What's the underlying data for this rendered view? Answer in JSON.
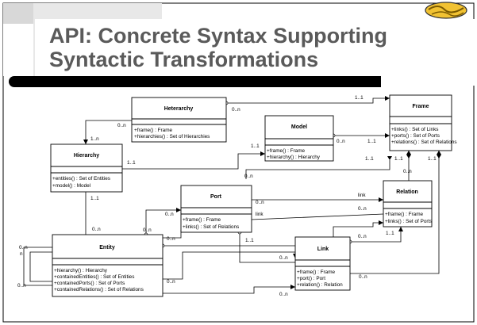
{
  "slide": {
    "title_line1": "API: Concrete Syntax Supporting",
    "title_line2": "Syntactic Transformations",
    "logo_icon": "corner-logo-icon"
  },
  "diagram": {
    "classes": [
      {
        "id": "heterarchy",
        "name": "Heterarchy",
        "ops": [
          "+frame() : Frame",
          "+hierarchies() : Set of Hierarchies"
        ]
      },
      {
        "id": "frame",
        "name": "Frame",
        "ops": [
          "+links() : Set of Links",
          "+ports() : Set of Ports",
          "+relations() : Set of Relations"
        ]
      },
      {
        "id": "model",
        "name": "Model",
        "ops": [
          "+frame() : Frame",
          "+hierarchy() : Hierarchy"
        ]
      },
      {
        "id": "hierarchy",
        "name": "Hierarchy",
        "ops": [
          "+entities() : Set of Entities",
          "+model() : Model"
        ]
      },
      {
        "id": "port",
        "name": "Port",
        "ops": [
          "+frame() : Frame",
          "+links() : Set of Relations"
        ]
      },
      {
        "id": "relation",
        "name": "Relation",
        "ops": [
          "+frame() : Frame",
          "+links() : Set of Ports"
        ]
      },
      {
        "id": "entity",
        "name": "Entity",
        "ops": [
          "+hierarchy() : Hierarchy",
          "+containedEntities() : Set of Entities",
          "+containedPorts() : Set of Ports",
          "+containedRelations() : Set of Relations"
        ]
      },
      {
        "id": "link",
        "name": "Link",
        "ops": [
          "+frame() : Frame",
          "+port() : Port",
          "+relation() : Relation"
        ]
      }
    ],
    "labels": {
      "het_frame_1": "1..1",
      "het_frame_0n": "0..n",
      "het_hier_0n": "0..n",
      "het_hier_1n": "1..n",
      "model_frame_1": "1..1",
      "model_frame_0n": "0..n",
      "model_hier_1": "1..1",
      "model_hier_11b": "1..1",
      "frame_port_1": "1..1",
      "frame_rel_1": "1..1",
      "frame_link_1": "1..1",
      "frame_rel_0n": "0..n",
      "hier_ent_1": "1..1",
      "hier_ent_0n": "0..n",
      "port_frame_0n": "0..n",
      "port_rel_0n": "0..n",
      "port_rel_link": "link",
      "port_rel_0n2": "0..n",
      "port_rel_link2": "link",
      "ent_port_0n": "0..n",
      "ent_port_0n2": "0..n",
      "ent_rel_0n": "0..n",
      "ent_link_0n": "0..n",
      "ent_link_0n2": "0..n",
      "ent_self_0n": "0..n",
      "ent_self_n": "n",
      "ent_self_0n2": "0..n",
      "port_link_1": "1..1",
      "port_link_0n": "0..n",
      "link_rel_1": "1..1",
      "link_rel_0n": "0..n",
      "link_frame_0n": "0..n"
    }
  }
}
